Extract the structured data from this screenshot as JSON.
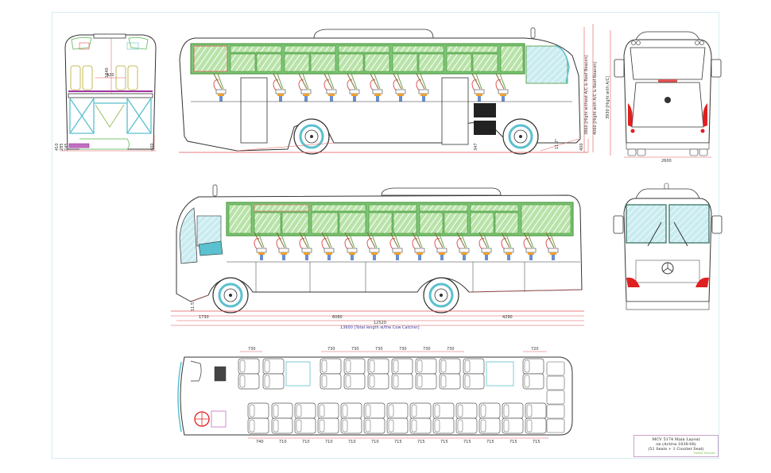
{
  "drawing": {
    "title_block": {
      "line1": "MCV 5174 Main Layout",
      "line2": "on (Actros 1838-08)",
      "line3": "(51 Seats + 1 Courier Seat)",
      "signature": "Nelist Nasser"
    },
    "rear_section_view": {
      "dims": {
        "height": "1840",
        "aisle": "420",
        "floor": "400",
        "small1": "410",
        "small2": "285",
        "small3": "245"
      }
    },
    "side_view_right": {
      "dims": {
        "height_no_ac": "3860 [Hight without A/C & Roof Beacon]",
        "height_with_ac_beacon": "4060 [Hight with A/C & Roof Beacon]",
        "ground_clearance": "400",
        "step": "347",
        "angle": "11.7°"
      }
    },
    "rear_view": {
      "dims": {
        "height_with_ac": "3930 [Hight with A/C]",
        "width": "2600"
      }
    },
    "side_view_left": {
      "dims": {
        "front_overhang": "1730",
        "wheelbase": "6080",
        "rear_overhang": "4290",
        "overall_length": "12520",
        "total_length": "13600 [Total length w/the Cow Catcher]",
        "angle": "11.5°"
      }
    },
    "floor_plan": {
      "top_pitches": [
        "730",
        "730",
        "730",
        "730",
        "730",
        "730",
        "730",
        "720"
      ],
      "bottom_pitches": [
        "740",
        "710",
        "710",
        "710",
        "710",
        "710",
        "715",
        "715",
        "715",
        "715",
        "715",
        "715",
        "715"
      ]
    },
    "colors": {
      "dimension_line": "#e05555",
      "window_green": "#7cc576",
      "window_frame": "#3f8f2f",
      "glass_blue": "#9fd8e0",
      "wheel_blue": "#5bc0cf",
      "outline": "#333333",
      "light_red": "#e02020",
      "frame_border": "#d6eef2"
    }
  }
}
